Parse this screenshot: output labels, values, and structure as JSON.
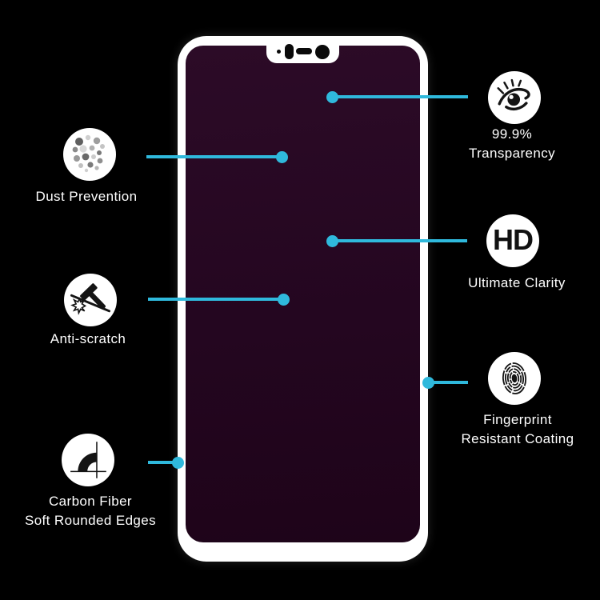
{
  "colors": {
    "background": "#000000",
    "accent_line": "#2fb9dc",
    "protector_frame": "#ffffff",
    "screen": "#240620",
    "icon_background": "#ffffff",
    "icon_foreground": "#141414",
    "label_text": "#ffffff"
  },
  "phone": {
    "description": "smartphone with white tempered-glass screen protector, notched display",
    "notch_sensors": [
      "proximity-sensor-dot",
      "earpiece-pill",
      "speaker-slot",
      "front-camera-lens"
    ]
  },
  "features": [
    {
      "name": "dust-prevention",
      "side": "left",
      "icon": "dust-particles-icon",
      "lines": [
        "Dust Prevention"
      ]
    },
    {
      "name": "anti-scratch",
      "side": "left",
      "icon": "hammer-impact-icon",
      "lines": [
        "Anti-scratch"
      ]
    },
    {
      "name": "carbon-fiber-edges",
      "side": "left",
      "icon": "rounded-edge-icon",
      "lines": [
        "Carbon Fiber",
        "Soft Rounded Edges"
      ]
    },
    {
      "name": "transparency",
      "side": "right",
      "icon": "eye-icon",
      "lines": [
        "99.9%",
        "Transparency"
      ]
    },
    {
      "name": "ultimate-clarity",
      "side": "right",
      "icon": "hd-badge-icon",
      "icon_label": "HD",
      "lines": [
        "Ultimate Clarity"
      ]
    },
    {
      "name": "fingerprint-resistant",
      "side": "right",
      "icon": "fingerprint-icon",
      "lines": [
        "Fingerprint",
        "Resistant Coating"
      ]
    }
  ]
}
